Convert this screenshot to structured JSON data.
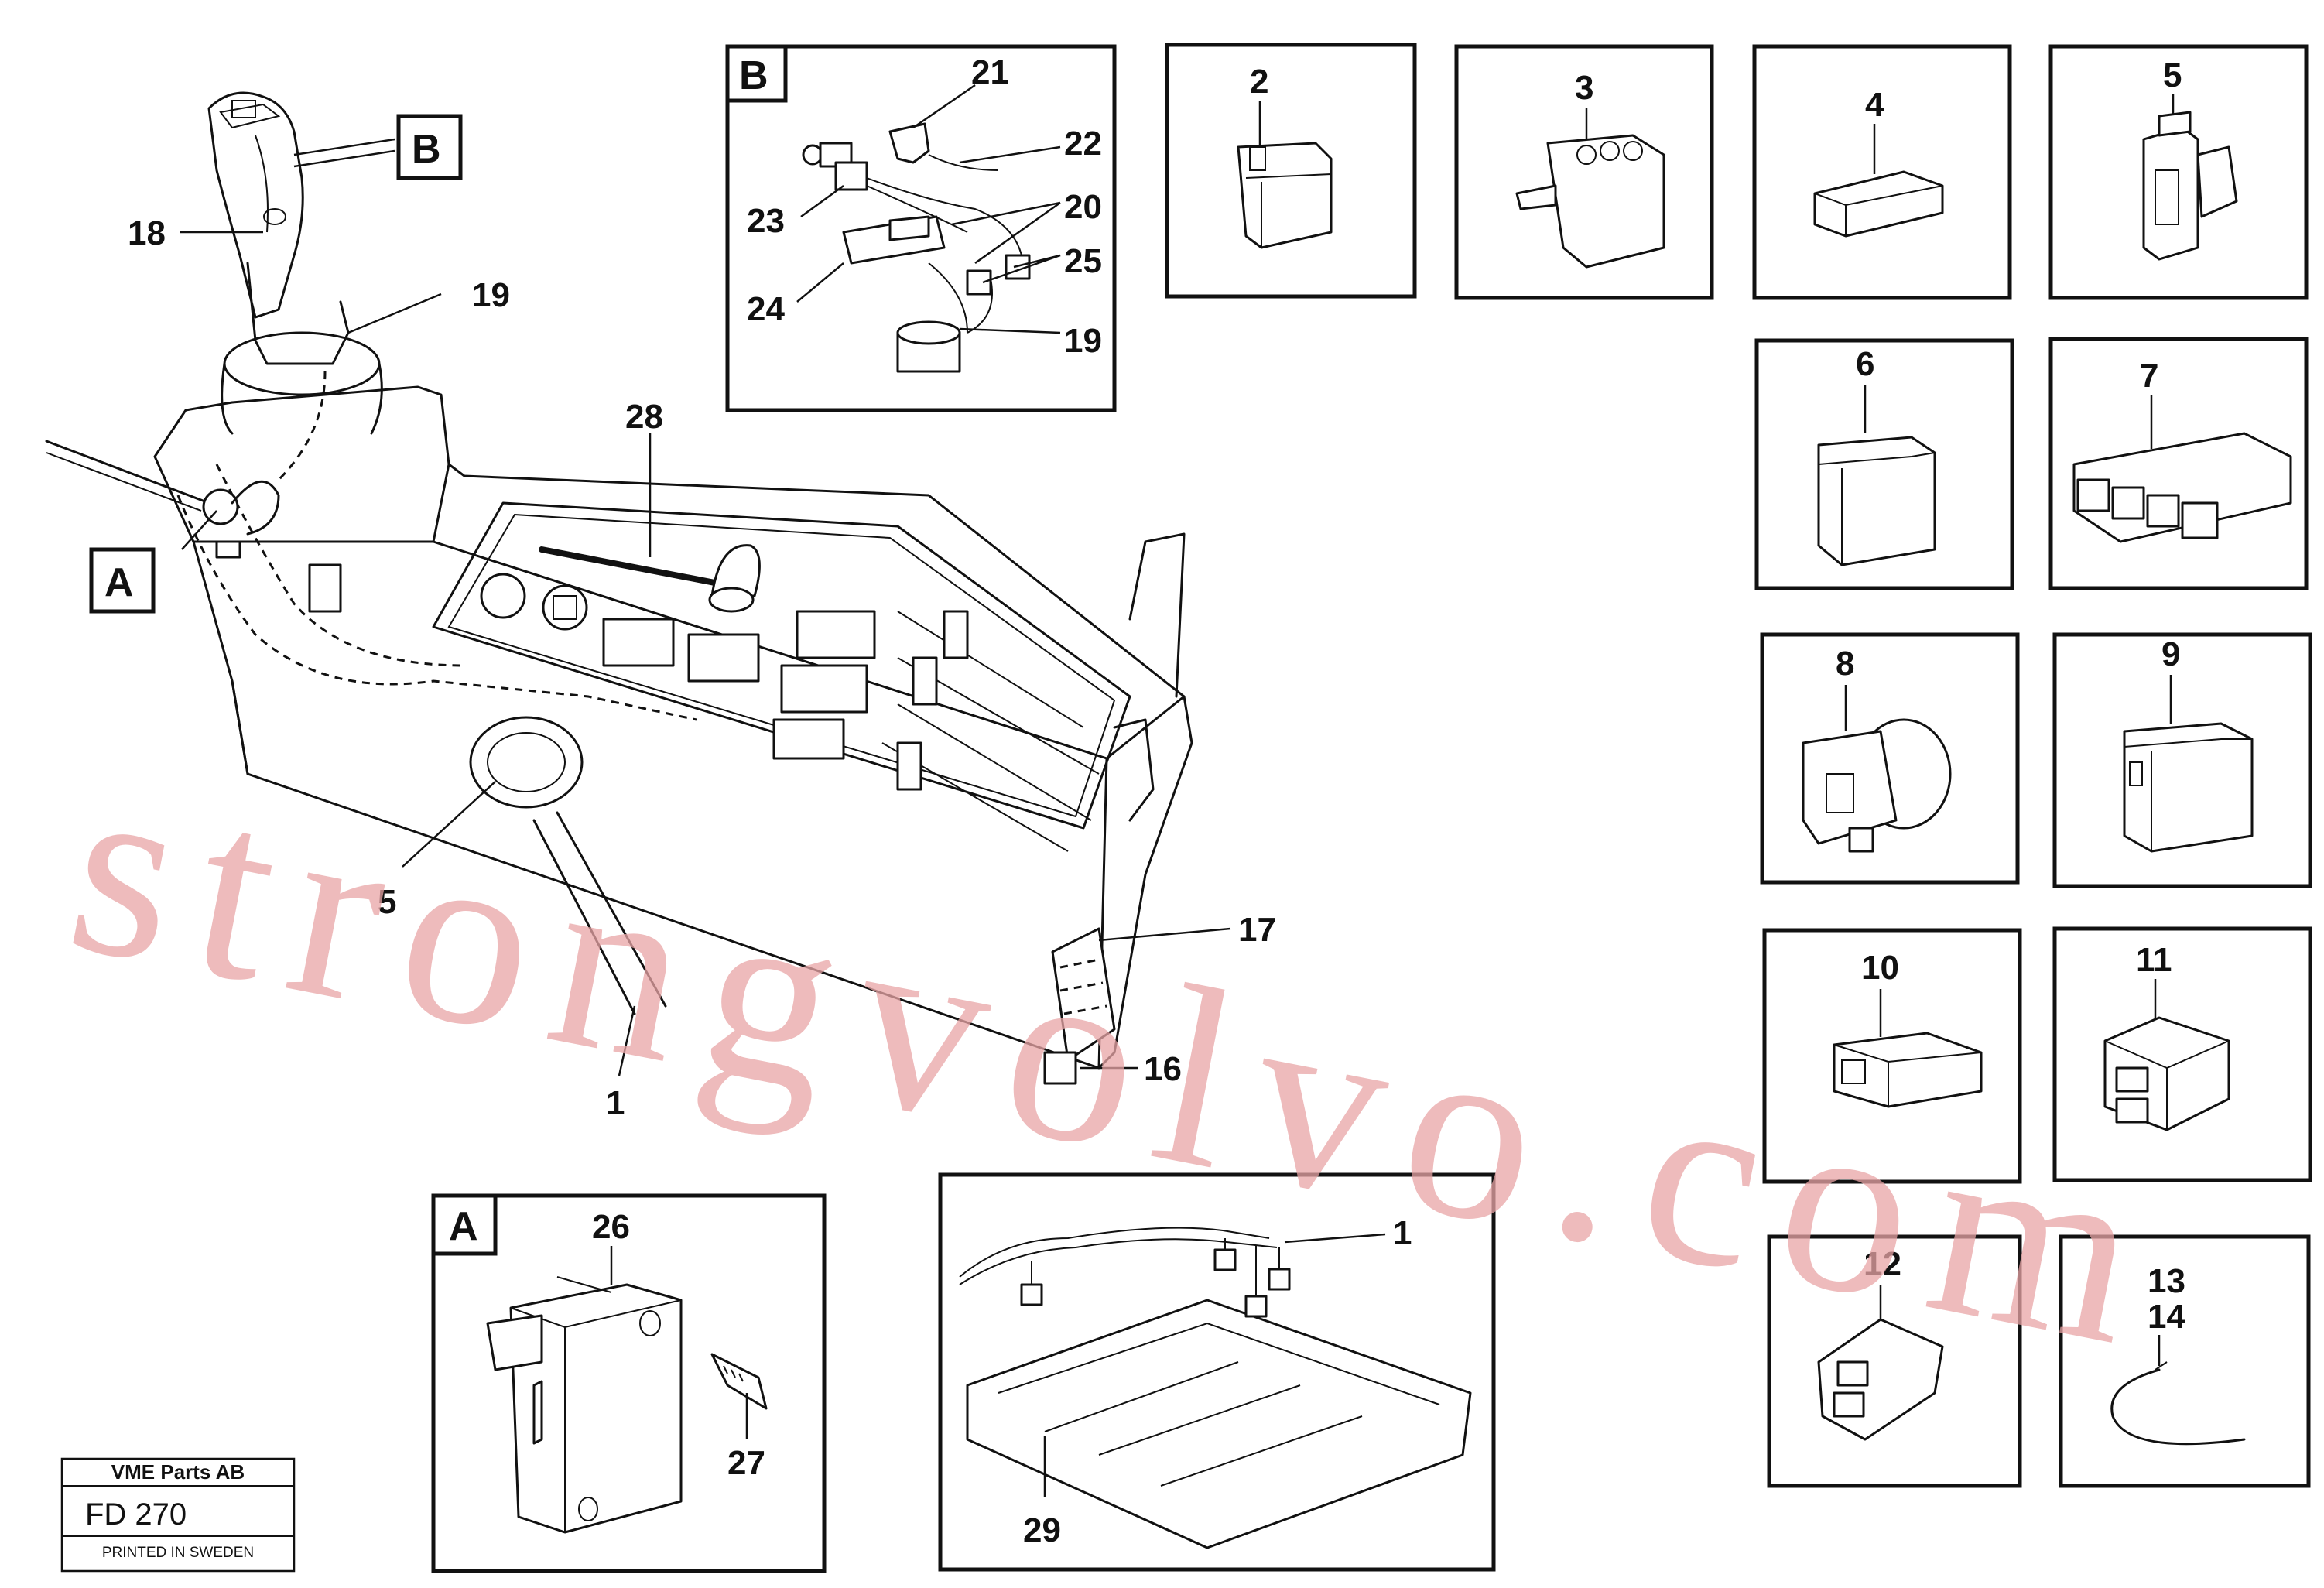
{
  "callouts": {
    "c1": "1",
    "c2": "2",
    "c3": "3",
    "c4": "4",
    "c5": "5",
    "c6": "6",
    "c7": "7",
    "c8": "8",
    "c9": "9",
    "c10": "10",
    "c11": "11",
    "c12": "12",
    "c13": "13",
    "c14": "14",
    "c15": "5",
    "c16": "16",
    "c17": "17",
    "c18": "18",
    "c19": "19",
    "c19b": "19",
    "c20": "20",
    "c21": "21",
    "c22": "22",
    "c23": "23",
    "c24": "24",
    "c25": "25",
    "c26": "26",
    "c27": "27",
    "c28": "28",
    "c29": "29",
    "c1b": "1"
  },
  "detail_labels": {
    "A": "A",
    "B": "B"
  },
  "watermark": "strongvolvo.com",
  "stamp": {
    "company": "VME Parts AB",
    "code": "FD 270",
    "printed": "PRINTED IN SWEDEN"
  }
}
